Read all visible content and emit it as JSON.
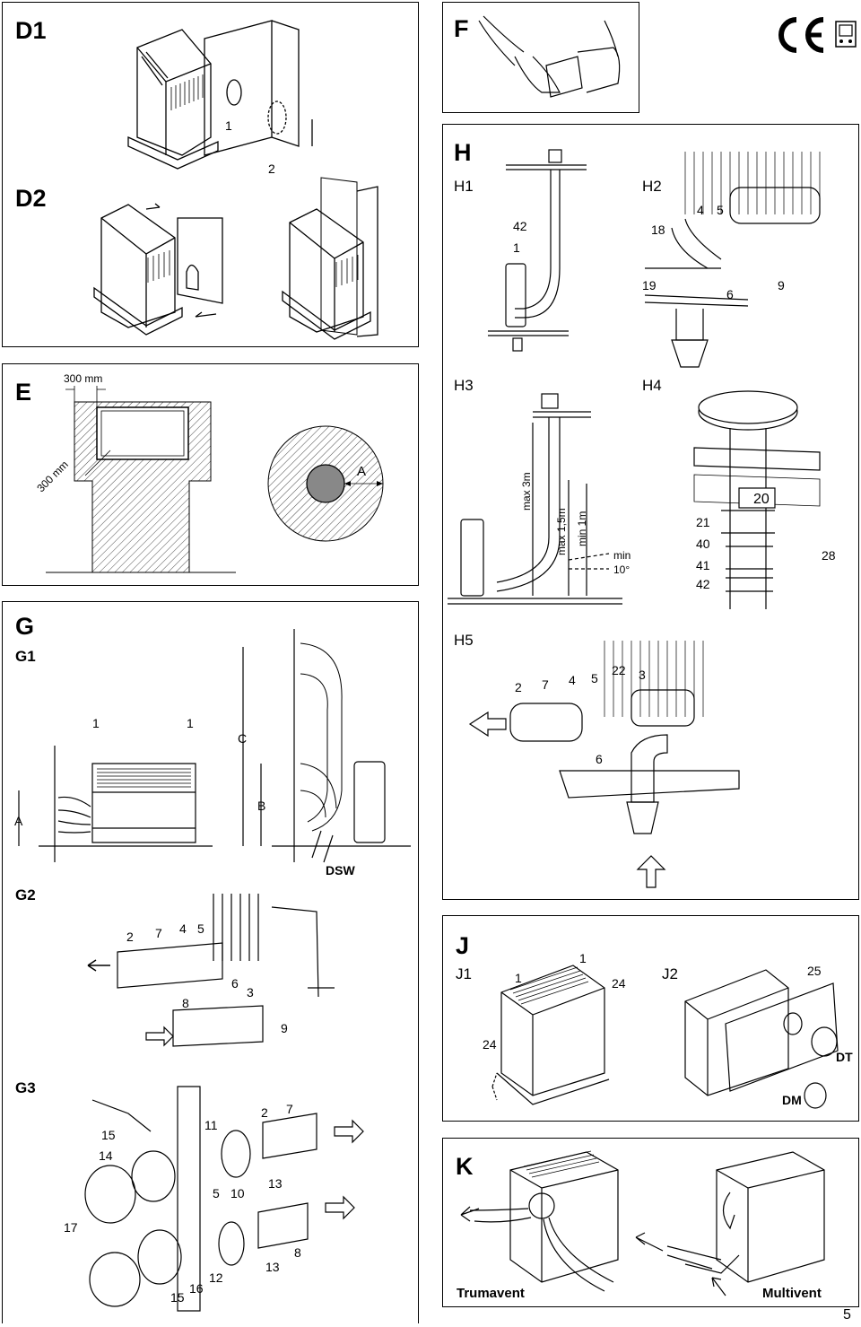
{
  "page_number": "5",
  "panels": {
    "D": {
      "title1": "D1",
      "title2": "D2",
      "callouts": [
        "1",
        "2"
      ]
    },
    "E": {
      "title": "E",
      "dim_top": "300 mm",
      "dim_side": "300 mm",
      "dim_a": "A"
    },
    "F": {
      "title": "F"
    },
    "H": {
      "title": "H",
      "H1": {
        "label": "H1",
        "callouts": [
          "42",
          "1"
        ]
      },
      "H2": {
        "label": "H2",
        "callouts": [
          "4",
          "5",
          "18",
          "19",
          "6",
          "9"
        ]
      },
      "H3": {
        "label": "H3",
        "max3": "max 3m",
        "max15": "max 1,5m",
        "min1": "min 1m",
        "min": "min",
        "deg": "10°"
      },
      "H4": {
        "label": "H4",
        "callouts": [
          "20",
          "21",
          "40",
          "41",
          "42",
          "28"
        ]
      },
      "H5": {
        "label": "H5",
        "callouts": [
          "2",
          "7",
          "4",
          "5",
          "22",
          "3",
          "6"
        ]
      }
    },
    "G": {
      "title": "G",
      "G1": {
        "label": "G1",
        "callouts": [
          "1",
          "1",
          "C",
          "B",
          "A",
          "DSW"
        ]
      },
      "G2": {
        "label": "G2",
        "callouts": [
          "2",
          "7",
          "4",
          "5",
          "6",
          "3",
          "8",
          "9"
        ]
      },
      "G3": {
        "label": "G3",
        "callouts": [
          "15",
          "14",
          "11",
          "2",
          "7",
          "13",
          "5",
          "10",
          "17",
          "8",
          "13",
          "12",
          "16",
          "15"
        ]
      }
    },
    "J": {
      "title": "J",
      "J1": {
        "label": "J1",
        "callouts": [
          "1",
          "1",
          "24",
          "24"
        ]
      },
      "J2": {
        "label": "J2",
        "callouts": [
          "25",
          "DT",
          "DM"
        ]
      }
    },
    "K": {
      "title": "K",
      "left_caption": "Trumavent",
      "right_caption": "Multivent"
    }
  }
}
